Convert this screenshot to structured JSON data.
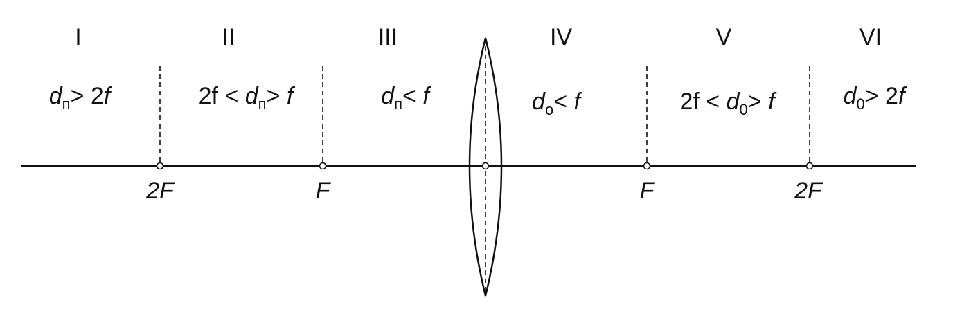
{
  "regions": [
    {
      "numeral": "I",
      "var": "d",
      "sub": "п",
      "rel": "> 2",
      "f": "f",
      "prefix": ""
    },
    {
      "numeral": "II",
      "prefix": "2f < ",
      "var": "d",
      "sub": "п",
      "rel": "> ",
      "f": "f"
    },
    {
      "numeral": "III",
      "prefix": "",
      "var": "d",
      "sub": "п",
      "rel": "< ",
      "f": "f"
    },
    {
      "numeral": "IV",
      "prefix": "",
      "var": "d",
      "sub": "о",
      "rel": "< ",
      "f": "f"
    },
    {
      "numeral": "V",
      "prefix": "2f < ",
      "var": "d",
      "sub": "0",
      "rel": "> ",
      "f": "f"
    },
    {
      "numeral": "VI",
      "prefix": "",
      "var": "d",
      "sub": "0",
      "rel": "> 2",
      "f": "f"
    }
  ],
  "points": {
    "left_2f": "2F",
    "left_f": "F",
    "right_f": "F",
    "right_2f": "2F"
  }
}
